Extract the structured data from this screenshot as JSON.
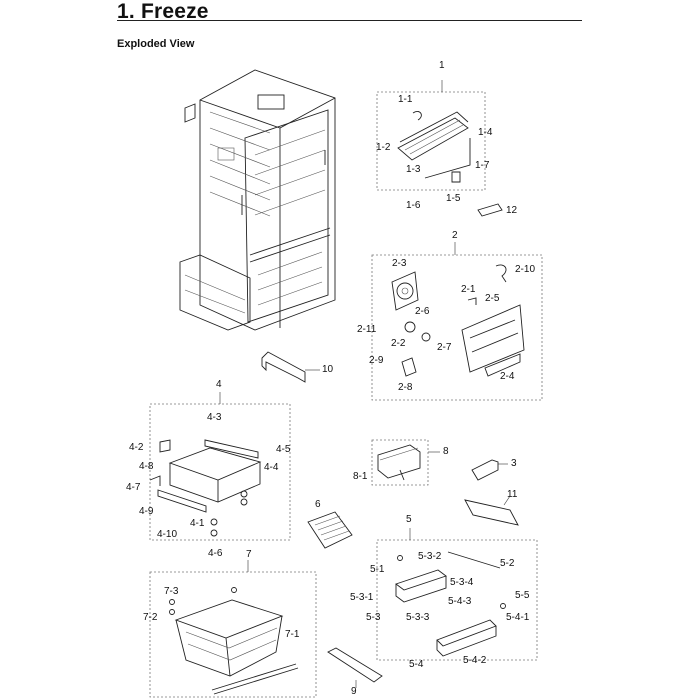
{
  "header": {
    "title": "1.  Freeze",
    "subtitle": "Exploded View"
  },
  "callouts": {
    "c1": "1",
    "c1_1": "1-1",
    "c1_2": "1-2",
    "c1_3": "1-3",
    "c1_4": "1-4",
    "c1_5": "1-5",
    "c1_6": "1-6",
    "c1_7": "1-7",
    "c12": "12",
    "c2": "2",
    "c2_1": "2-1",
    "c2_2": "2-2",
    "c2_3": "2-3",
    "c2_4": "2-4",
    "c2_5": "2-5",
    "c2_6": "2-6",
    "c2_7": "2-7",
    "c2_8": "2-8",
    "c2_9": "2-9",
    "c2_10": "2-10",
    "c2_11": "2-11",
    "c10": "10",
    "c4": "4",
    "c4_1": "4-1",
    "c4_2": "4-2",
    "c4_3": "4-3",
    "c4_4": "4-4",
    "c4_5": "4-5",
    "c4_6": "4-6",
    "c4_7": "4-7",
    "c4_8": "4-8",
    "c4_9": "4-9",
    "c4_10": "4-10",
    "c8": "8",
    "c8_1": "8-1",
    "c3": "3",
    "c11": "11",
    "c6": "6",
    "c5": "5",
    "c5_1": "5-1",
    "c5_2": "5-2",
    "c5_3": "5-3",
    "c5_3_1": "5-3-1",
    "c5_3_2": "5-3-2",
    "c5_3_3": "5-3-3",
    "c5_3_4": "5-3-4",
    "c5_4": "5-4",
    "c5_4_1": "5-4-1",
    "c5_4_2": "5-4-2",
    "c5_4_3": "5-4-3",
    "c5_5": "5-5",
    "c7": "7",
    "c7_1": "7-1",
    "c7_2": "7-2",
    "c7_3": "7-3",
    "c9": "9"
  }
}
